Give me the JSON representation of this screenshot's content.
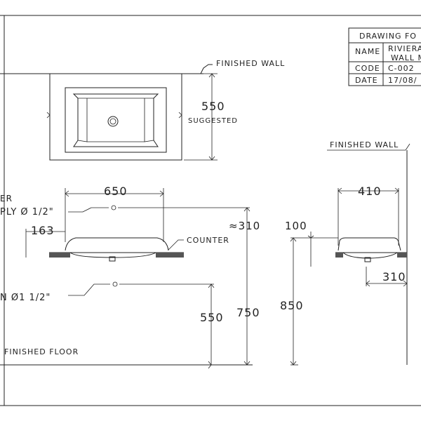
{
  "title_block": {
    "header": "DRAWING FO",
    "rows": [
      {
        "label": "NAME",
        "value": "RIVIERA",
        "value2": "WALL M"
      },
      {
        "label": "CODE",
        "value": "C-002"
      },
      {
        "label": "DATE",
        "value": "17/08/"
      }
    ]
  },
  "top_view": {
    "wall_label": "FINISHED WALL",
    "dim_value": "550",
    "dim_note": "SUGGESTED"
  },
  "front_view": {
    "width_dim": "650",
    "water_supply_label": "ER",
    "supply_label": "PLY Ø 1/2\"",
    "offset_dim": "163",
    "approx_dim": "≈310",
    "counter_label": "COUNTER",
    "drain_label": "N Ø1  1/2\"",
    "drain_height_dim": "550",
    "counter_height_dim": "750",
    "floor_label": "FINISHED FLOOR"
  },
  "side_view": {
    "wall_label": "FINISHED WALL",
    "width_dim": "410",
    "top_dim": "100",
    "height_dim": "850",
    "depth_dim": "310"
  }
}
